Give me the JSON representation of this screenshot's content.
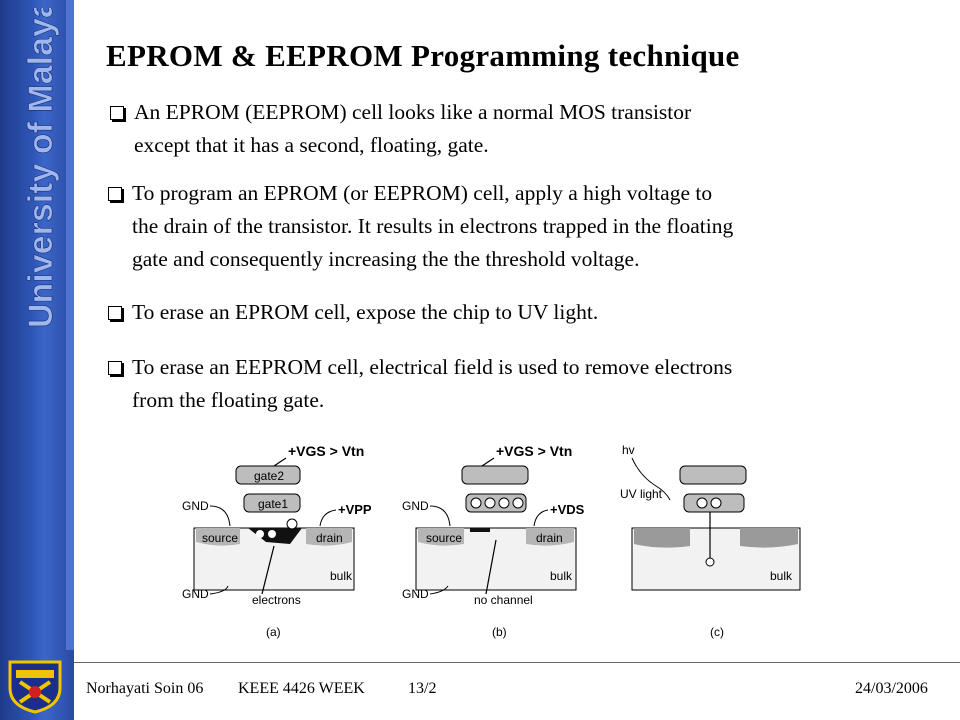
{
  "banner": {
    "text": "University of Malaya"
  },
  "slide": {
    "title": "EPROM & EEPROM Programming technique",
    "bullets": [
      [
        "An EPROM (EEPROM) cell looks like a normal MOS transistor",
        "except that it has a second, floating, gate."
      ],
      [
        "To program an EPROM (or EEPROM) cell, apply a high voltage to",
        "the drain of the transistor. It results in electrons trapped in the floating",
        "gate and consequently increasing the the threshold voltage."
      ],
      [
        "To erase an EPROM cell, expose the chip to UV light."
      ],
      [
        "To erase an EEPROM cell, electrical field is used to remove electrons",
        "from the floating gate."
      ]
    ]
  },
  "figure": {
    "a": {
      "caption": "(a)",
      "gate2": "gate2",
      "gate1": "gate1",
      "vgs": "+VGS > Vtn",
      "vpp": "+VPP",
      "gnd_top": "GND",
      "gnd_bottom": "GND",
      "source": "source",
      "drain": "drain",
      "bulk": "bulk",
      "electrons": "electrons"
    },
    "b": {
      "caption": "(b)",
      "vgs": "+VGS > Vtn",
      "vds": "+VDS",
      "gnd_top": "GND",
      "gnd_bottom": "GND",
      "source": "source",
      "drain": "drain",
      "bulk": "bulk",
      "no_channel": "no channel"
    },
    "c": {
      "caption": "(c)",
      "hv": "hv",
      "uv": "UV light",
      "bulk": "bulk"
    }
  },
  "footer": {
    "author": "Norhayati Soin 06",
    "course": "KEEE 4426 WEEK",
    "page": "13/2",
    "date": "24/03/2006"
  },
  "colors": {
    "banner": "#2f57b8",
    "accent": "#4d74d4"
  }
}
